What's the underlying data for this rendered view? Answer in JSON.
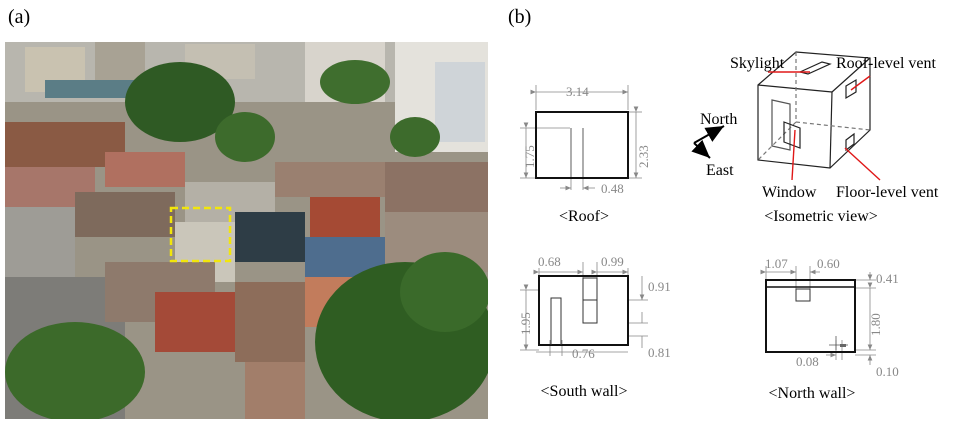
{
  "panels": {
    "a": "(a)",
    "b": "(b)"
  },
  "roof": {
    "caption": "<Roof>",
    "width": "3.14",
    "height_left": "1.75",
    "height_right": "2.33",
    "bottom": "0.48"
  },
  "south": {
    "caption": "<South wall>",
    "top_left": "0.68",
    "top_right": "0.99",
    "left": "1.95",
    "right_top": "0.91",
    "right_bottom": "0.81",
    "bottom": "0.76"
  },
  "north": {
    "caption": "<North wall>",
    "top_left": "1.07",
    "top_right": "0.60",
    "right_top": "0.41",
    "right": "1.80",
    "bottom_left": "0.08",
    "bottom_right": "0.10"
  },
  "iso": {
    "caption": "<Isometric view>",
    "skylight": "Skylight",
    "roof_vent": "Roof-level vent",
    "window": "Window",
    "floor_vent": "Floor-level vent",
    "north": "North",
    "east": "East"
  },
  "colors": {
    "highlight": "#f2e60a",
    "leader": "#e01818",
    "dim": "#888888"
  }
}
